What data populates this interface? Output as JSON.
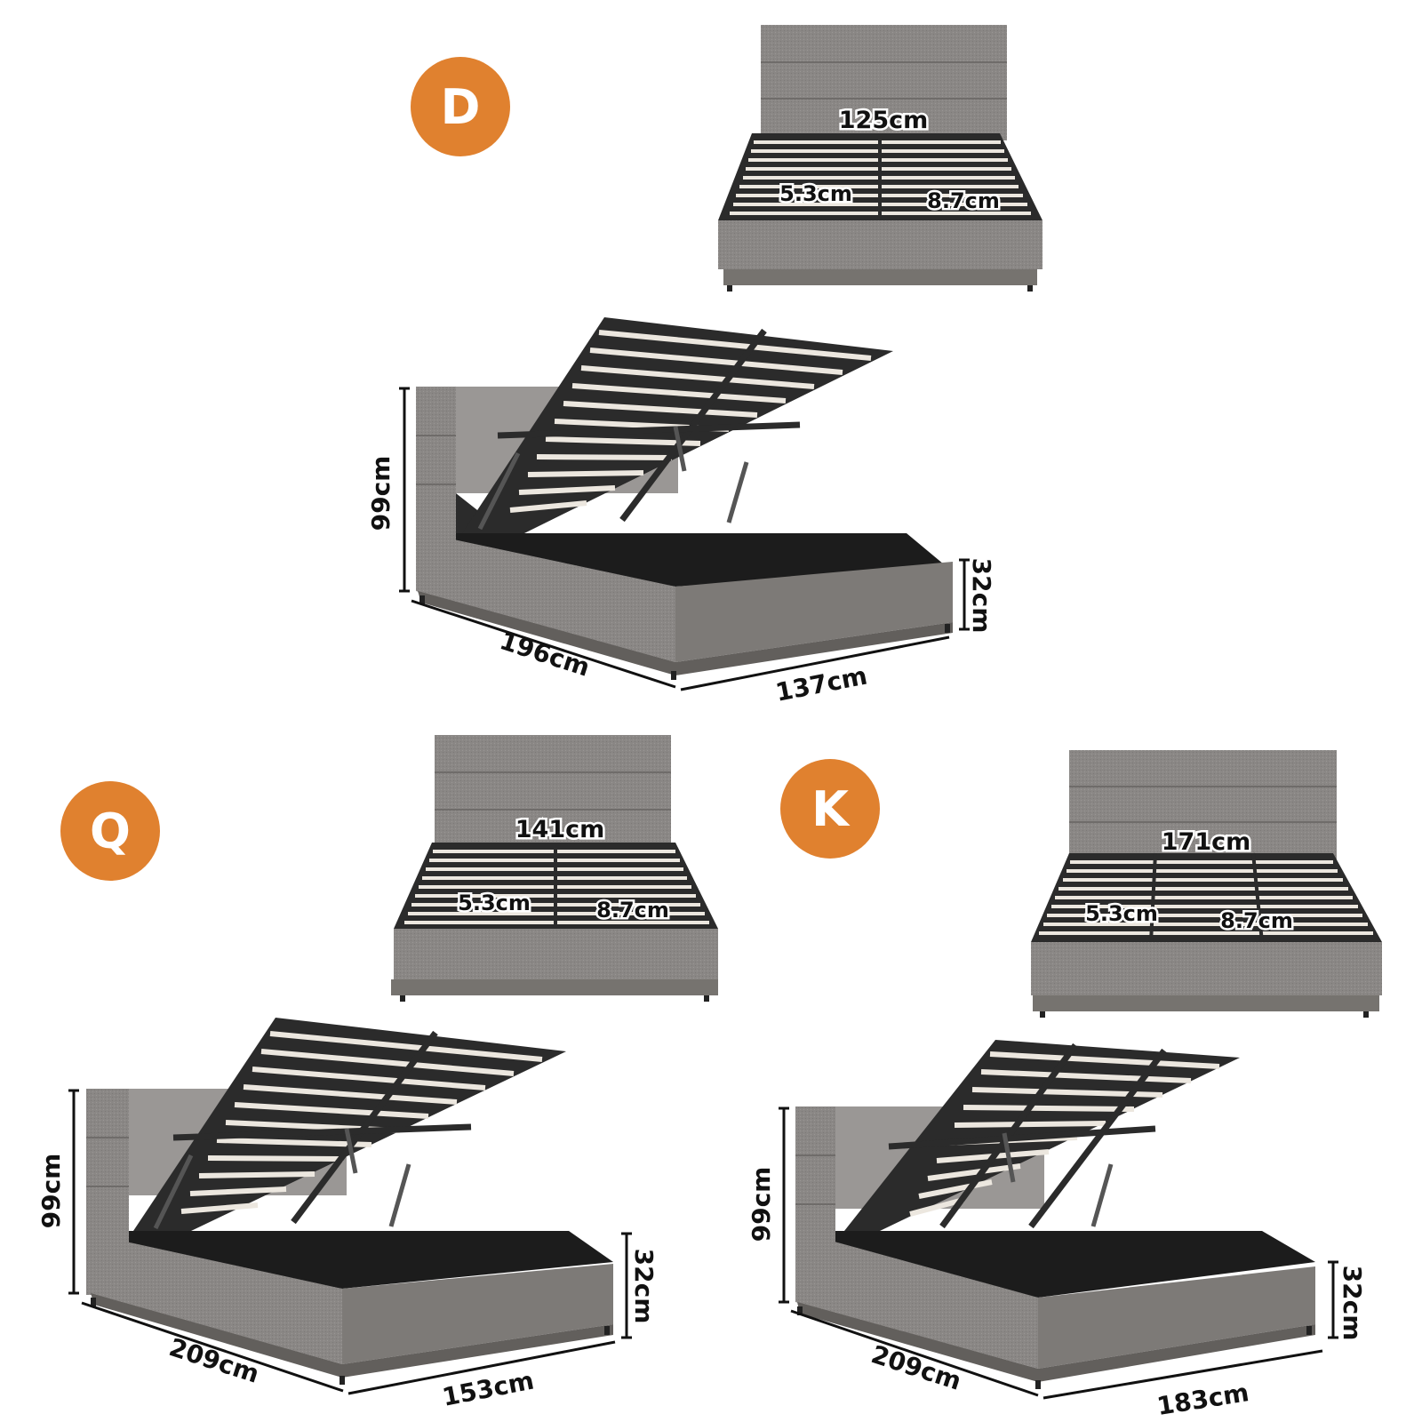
{
  "colors": {
    "badge": "#E0812F",
    "fabric": "#8a8785",
    "fabric_dark": "#6f6c6a",
    "frame": "#2b2b2b",
    "slat": "#ece7df",
    "dimension_line": "#111111"
  },
  "sections": [
    {
      "badge": "D",
      "top_view": {
        "width": "125cm",
        "slat_gap": "5.3cm",
        "slat_width": "8.7cm"
      },
      "side_view": {
        "height": "99cm",
        "length": "196cm",
        "width": "137cm",
        "base_height": "32cm"
      }
    },
    {
      "badge": "Q",
      "top_view": {
        "width": "141cm",
        "slat_gap": "5.3cm",
        "slat_width": "8.7cm"
      },
      "side_view": {
        "height": "99cm",
        "length": "209cm",
        "width": "153cm",
        "base_height": "32cm"
      }
    },
    {
      "badge": "K",
      "top_view": {
        "width": "171cm",
        "slat_gap": "5.3cm",
        "slat_width": "8.7cm"
      },
      "side_view": {
        "height": "99cm",
        "length": "209cm",
        "width": "183cm",
        "base_height": "32cm"
      }
    }
  ]
}
